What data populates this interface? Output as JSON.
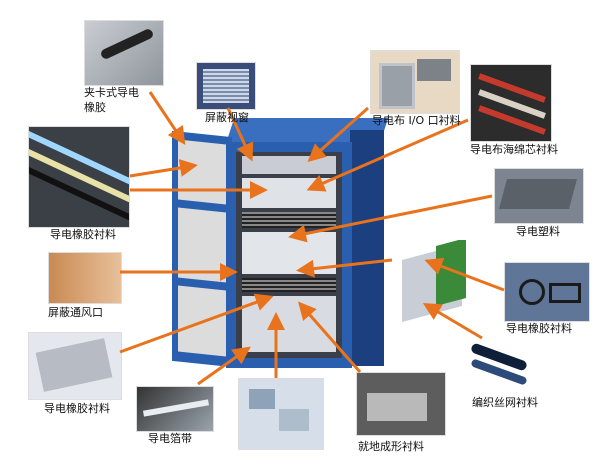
{
  "labels": {
    "clip_gasket_line1": "夹卡式导电",
    "clip_gasket_line2": "橡胶",
    "shielded_window": "屏蔽视窗",
    "io_fabric": "导电布 I/O 口衬料",
    "fabric_foam": "导电布海绵芯衬料",
    "rubber_left_top": "导电橡胶衬料",
    "plastic": "导电塑料",
    "vent_panel": "屏蔽通风口",
    "rubber_right": "导电橡胶衬料",
    "rubber_left_bottom": "导电橡胶衬料",
    "mesh": "编织丝网衬料",
    "foil_tape": "导电箔带",
    "fip_gasket": "就地成形衬料"
  },
  "colors": {
    "arrow": "#e8731c",
    "cabinet": "#2a5fb0",
    "cabinet_dark": "#1c3f80",
    "door": "#dcdcdc"
  }
}
